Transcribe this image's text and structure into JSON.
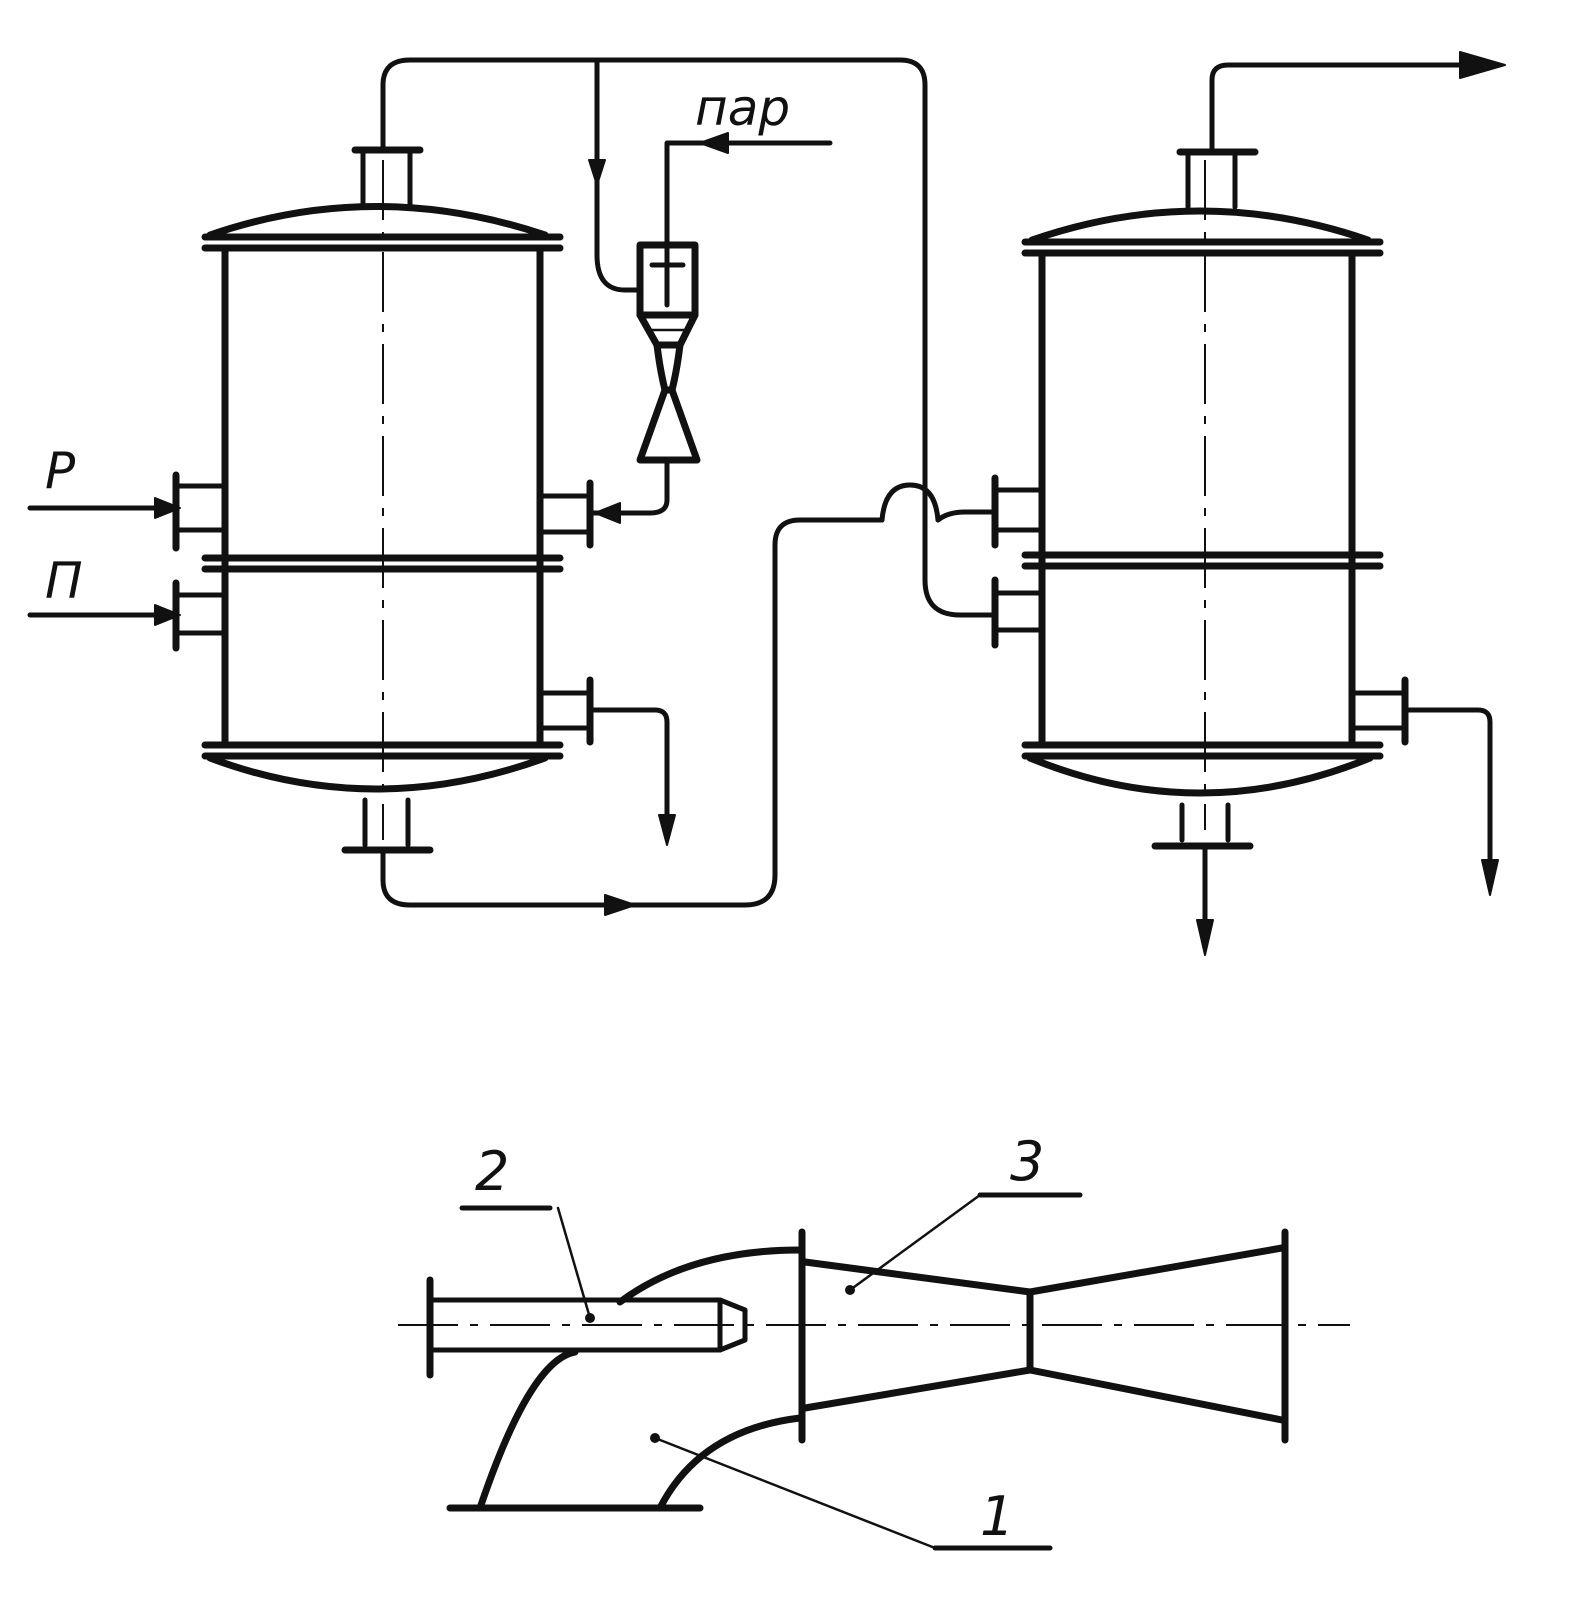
{
  "labels": {
    "steam": "пар",
    "inlet_p": "Р",
    "inlet_n": "П",
    "callout_1": "1",
    "callout_2": "2",
    "callout_3": "3"
  }
}
